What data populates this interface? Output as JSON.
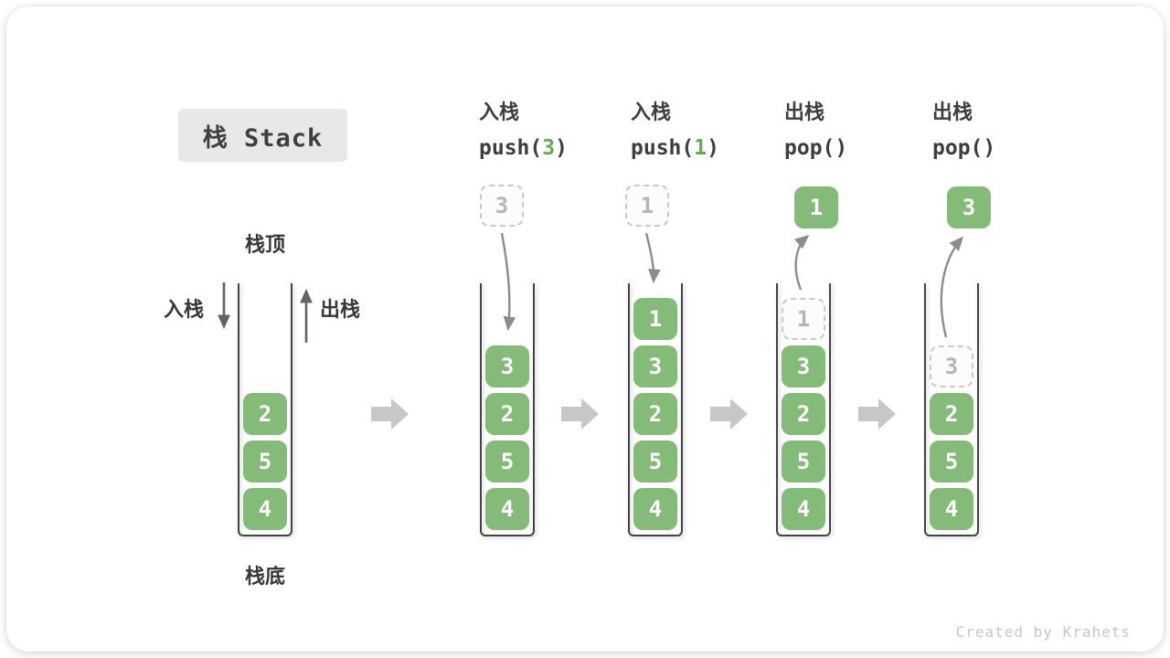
{
  "title": {
    "text": "栈 Stack"
  },
  "legend": {
    "stack_top": "栈顶",
    "stack_bottom": "栈底",
    "push": "入栈",
    "pop": "出栈"
  },
  "initial_stack": {
    "values": [
      "2",
      "5",
      "4"
    ]
  },
  "steps": [
    {
      "label": "入栈",
      "code": {
        "pre": "push(",
        "arg": "3",
        "post": ")"
      },
      "floating": {
        "value": "3",
        "style": "ghost"
      },
      "direction": "in",
      "stack": [
        {
          "value": "3",
          "ghost": false
        },
        {
          "value": "2",
          "ghost": false
        },
        {
          "value": "5",
          "ghost": false
        },
        {
          "value": "4",
          "ghost": false
        }
      ]
    },
    {
      "label": "入栈",
      "code": {
        "pre": "push(",
        "arg": "1",
        "post": ")"
      },
      "floating": {
        "value": "1",
        "style": "ghost"
      },
      "direction": "in",
      "stack": [
        {
          "value": "1",
          "ghost": false
        },
        {
          "value": "3",
          "ghost": false
        },
        {
          "value": "2",
          "ghost": false
        },
        {
          "value": "5",
          "ghost": false
        },
        {
          "value": "4",
          "ghost": false
        }
      ]
    },
    {
      "label": "出栈",
      "code": {
        "pre": "pop(",
        "arg": "",
        "post": ")"
      },
      "floating": {
        "value": "1",
        "style": "solid"
      },
      "direction": "out",
      "stack": [
        {
          "value": "1",
          "ghost": true
        },
        {
          "value": "3",
          "ghost": false
        },
        {
          "value": "2",
          "ghost": false
        },
        {
          "value": "5",
          "ghost": false
        },
        {
          "value": "4",
          "ghost": false
        }
      ]
    },
    {
      "label": "出栈",
      "code": {
        "pre": "pop(",
        "arg": "",
        "post": ")"
      },
      "floating": {
        "value": "3",
        "style": "solid"
      },
      "direction": "out",
      "stack": [
        {
          "value": "3",
          "ghost": true
        },
        {
          "value": "2",
          "ghost": false
        },
        {
          "value": "5",
          "ghost": false
        },
        {
          "value": "4",
          "ghost": false
        }
      ]
    }
  ],
  "watermark": "Created by Krahets",
  "colors": {
    "cell_green": "#85bb78",
    "code_arg_green": "#6aa55a",
    "title_box_bg": "#e8e8e8",
    "ghost_border": "#c9c9c9",
    "curve_arrow": "#8c8c8c",
    "block_arrow": "#c7c7c7",
    "container_line": "#434343"
  }
}
